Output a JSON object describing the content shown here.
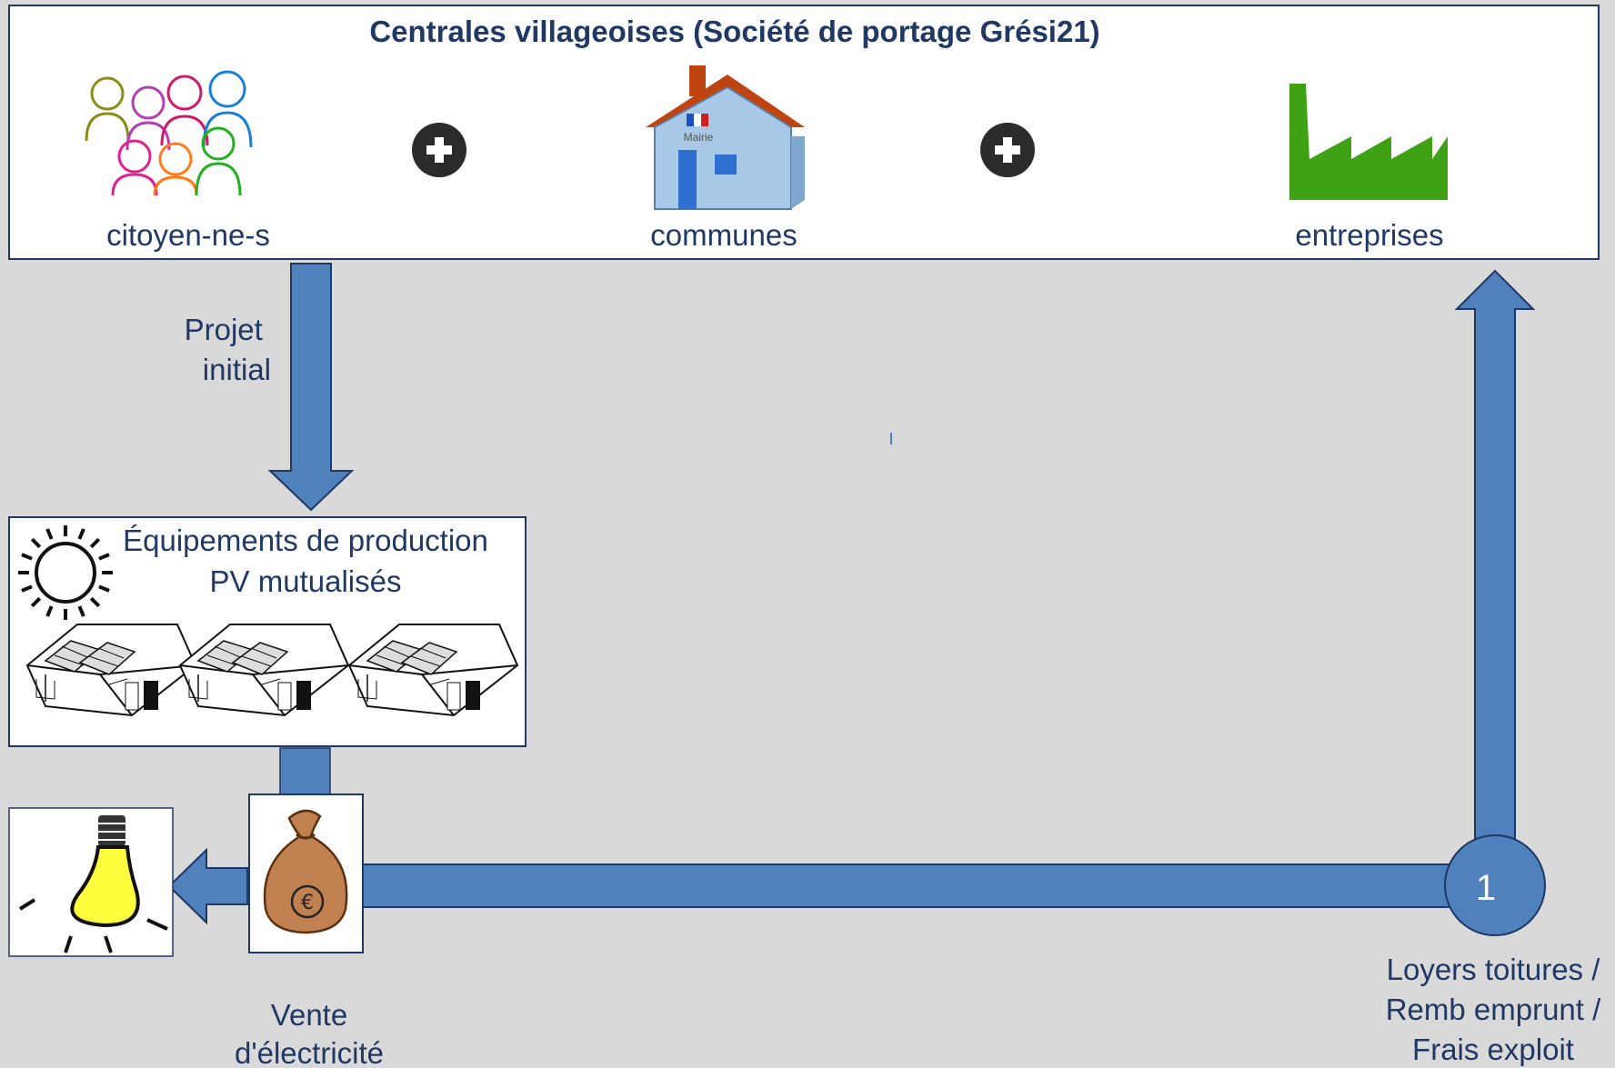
{
  "header": {
    "title": "Centrales villageoises (Société de portage Grési21)",
    "members": [
      {
        "label": "citoyen-ne-s",
        "icon": "people-icon"
      },
      {
        "label": "communes",
        "icon": "town-hall-icon"
      },
      {
        "label": "entreprises",
        "icon": "factory-icon"
      }
    ],
    "operator_icon": "plus-icon",
    "town_hall_sign": "Mairie"
  },
  "flows": {
    "initial_project": "Projet\ninitial",
    "sale_line1": "Vente",
    "sale_line2": "d'électricité",
    "payments_line1": "Loyers toitures /",
    "payments_line2": "Remb emprunt /",
    "payments_line3": "Frais exploit",
    "node_number": "1"
  },
  "equipment": {
    "title_line1": "Équipements de production",
    "title_line2": "PV mutualisés",
    "icons": [
      "sun-icon",
      "solar-house-icon",
      "solar-house-icon",
      "solar-house-icon"
    ]
  },
  "icons": {
    "money": "money-bag-icon",
    "bulb": "light-bulb-icon"
  },
  "colors": {
    "arrow_fill": "#4f81bd",
    "arrow_stroke": "#1f3864",
    "text": "#1f3864",
    "background": "#d9d9d9",
    "roof": "#c0440f",
    "wall": "#a8c8e8",
    "factory": "#3fa214"
  }
}
